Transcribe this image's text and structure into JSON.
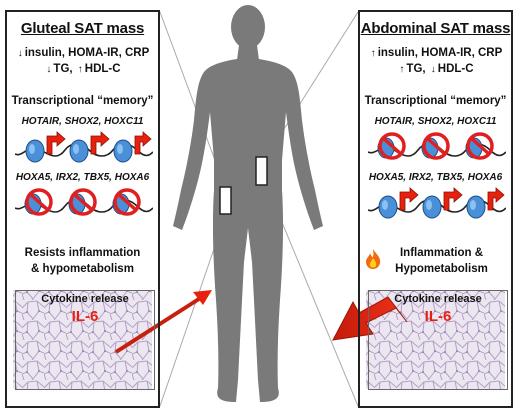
{
  "left_panel": {
    "title": "Gluteal SAT mass",
    "line1_text": "insulin, HOMA-IR, CRP",
    "line1_arrow": "↓",
    "line2_text_a": "TG,",
    "line2_arrow_a": "↓",
    "line2_text_b": "HDL-C",
    "line2_arrow_b": "↑",
    "memory_label": "Transcriptional “memory”",
    "genes_top": "HOTAIR, SHOX2, HOXC11",
    "genes_top_state": "active",
    "genes_bottom": "HOXA5, IRX2, TBX5, HOXA6",
    "genes_bottom_state": "silenced",
    "inflammation_text_1": "Resists inflammation",
    "inflammation_text_2": "& hypometabolism",
    "cytokine_label": "Cytokine release",
    "il6_label": "IL-6"
  },
  "right_panel": {
    "title": "Abdominal SAT mass",
    "line1_text": "insulin, HOMA-IR, CRP",
    "line1_arrow": "↑",
    "line2_text_a": "TG,",
    "line2_arrow_a": "↑",
    "line2_text_b": "HDL-C",
    "line2_arrow_b": "↓",
    "memory_label": "Transcriptional “memory”",
    "genes_top": "HOTAIR, SHOX2, HOXC11",
    "genes_top_state": "silenced",
    "genes_bottom": "HOXA5, IRX2, TBX5, HOXA6",
    "genes_bottom_state": "active",
    "inflammation_text_1": "Inflammation &",
    "inflammation_text_2": "Hypometabolism",
    "flame_icon": "flame-icon",
    "cytokine_label": "Cytokine release",
    "il6_label": "IL-6"
  },
  "colors": {
    "body_silhouette": "#7a7a7a",
    "arrow_red": "#e8200e",
    "il6_red": "#e8200e",
    "nucleosome_blue": "#4a90d9",
    "no_symbol_red": "#e02020",
    "tissue_bg": "#ece6f1",
    "tissue_cell_line": "#b8a6c9"
  },
  "icons": {
    "active_gene": "arrow-promoter-icon",
    "silenced_gene": "no-symbol-icon",
    "nucleosome": "nucleosome-icon"
  }
}
